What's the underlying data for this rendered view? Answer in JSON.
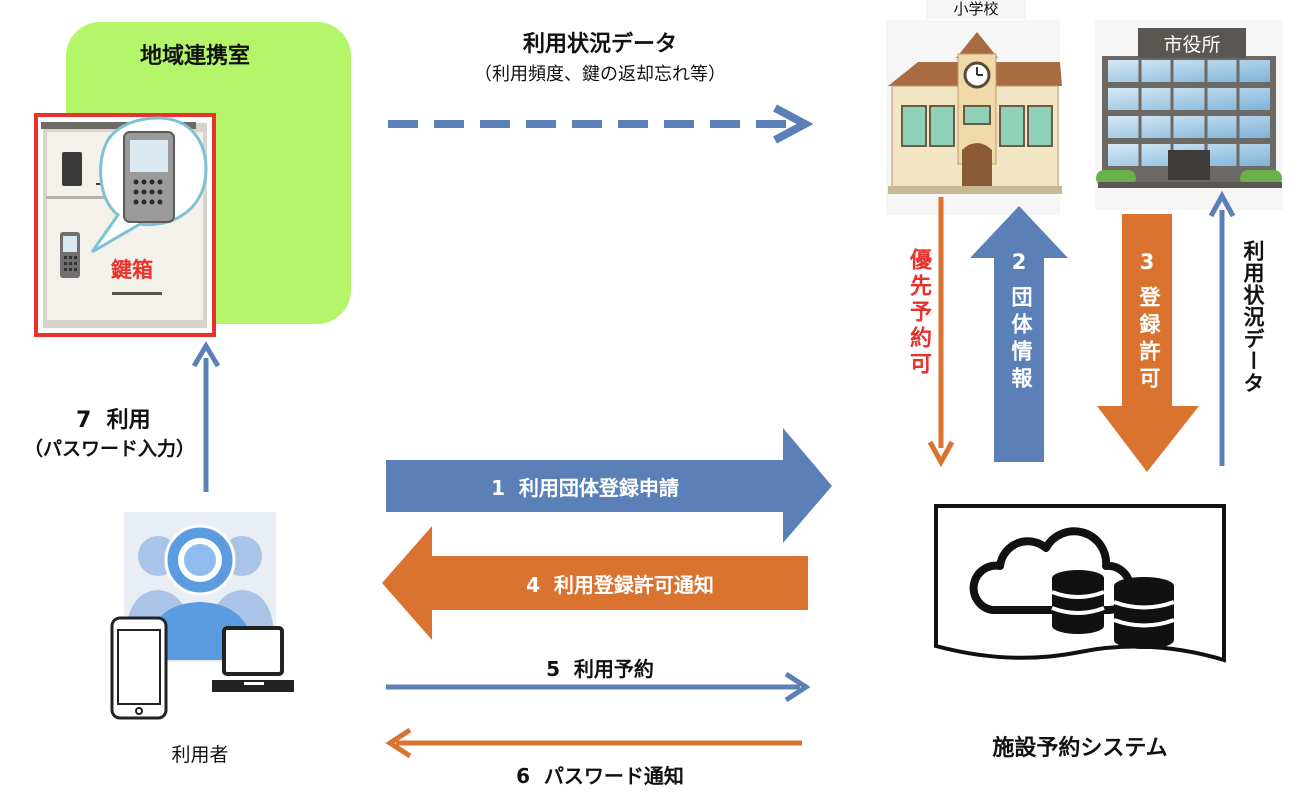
{
  "room": {
    "title": "地域連携室",
    "keybox_label": "鍵箱",
    "colors": {
      "room_bg": "#b5f56a",
      "keybox_border": "#e8322b",
      "label_red": "#e8322b"
    }
  },
  "top_flow": {
    "title": "利用状況データ",
    "subtitle": "（利用頻度、鍵の返却忘れ等）"
  },
  "school": {
    "label": "小学校"
  },
  "city_hall": {
    "sign": "市役所"
  },
  "vertical_flows": {
    "priority": "優先予約可",
    "group_info_num": "2",
    "group_info": "団体情報",
    "reg_permit_num": "3",
    "reg_permit": "登録許可",
    "usage_data": "利用状況データ"
  },
  "usage": {
    "step": "7  利用",
    "detail": "（パスワード入力）"
  },
  "arrows": {
    "a1": "1  利用団体登録申請",
    "a4": "4  利用登録許可通知",
    "a5": "5  利用予約",
    "a6": "6  パスワード通知"
  },
  "user": {
    "label": "利用者"
  },
  "system": {
    "label": "施設予約システム"
  },
  "colors": {
    "blue": "#5b80b8",
    "orange": "#d9732f",
    "red": "#e8322b"
  }
}
